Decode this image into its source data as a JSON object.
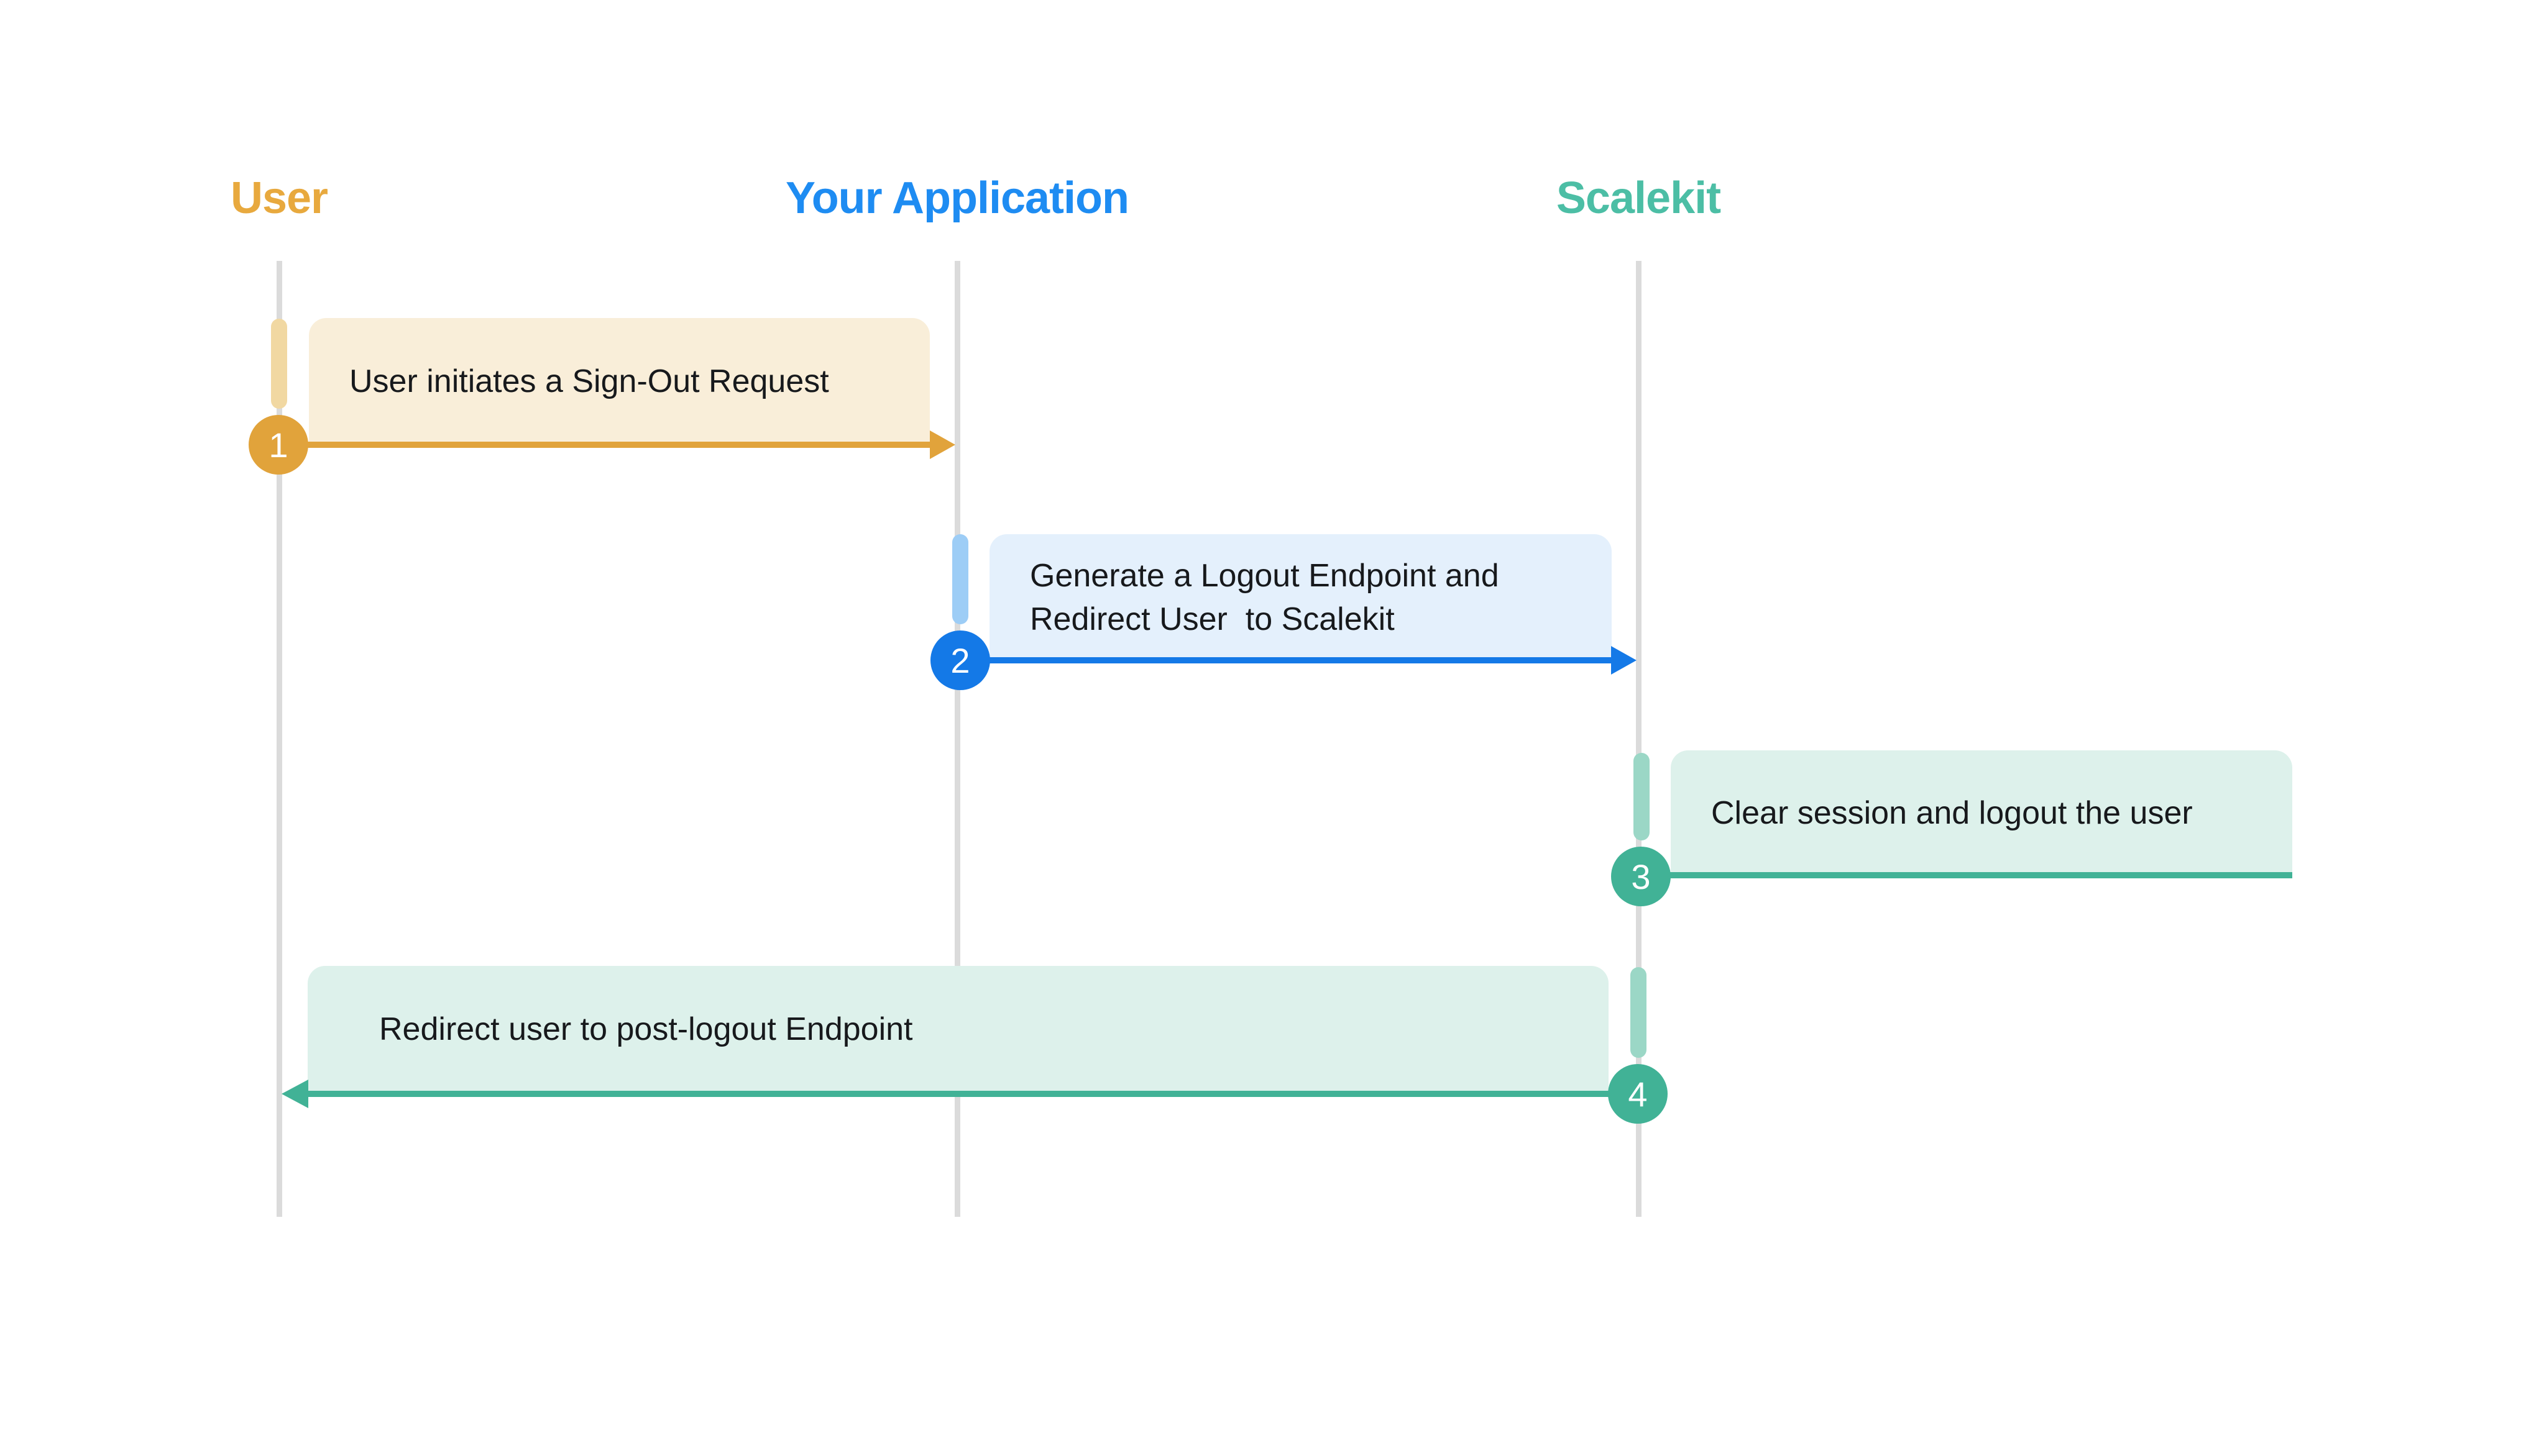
{
  "actors": [
    {
      "name": "User",
      "color": "#E8A93E"
    },
    {
      "name": "Your Application",
      "color": "#1E8CF2"
    },
    {
      "name": "Scalekit",
      "color": "#4CBEA5"
    }
  ],
  "steps": [
    {
      "number": "1",
      "text": "User initiates a Sign-Out Request",
      "from": "User",
      "to": "Your Application",
      "direction": "right",
      "color": "#E1A33B"
    },
    {
      "number": "2",
      "text": "Generate a Logout Endpoint and\nRedirect User  to Scalekit",
      "from": "Your Application",
      "to": "Scalekit",
      "direction": "right",
      "color": "#1479E7"
    },
    {
      "number": "3",
      "text": "Clear session and logout the user",
      "from": "Scalekit",
      "to": "Scalekit",
      "direction": "self",
      "color": "#41B296"
    },
    {
      "number": "4",
      "text": "Redirect user to post-logout Endpoint",
      "from": "Scalekit",
      "to": "User",
      "direction": "left",
      "color": "#41B296"
    }
  ],
  "theme": {
    "background": "#FFFFFF",
    "lifeline-color": "#DBDBDB",
    "text-color": "#17191C",
    "orange-accent": "#E1A33B",
    "orange-bar": "#F1D8A2",
    "orange-box": "#F9EED9",
    "orange-header": "#E8A93E",
    "blue-accent": "#1479E7",
    "blue-bar": "#9DCDF6",
    "blue-box": "#E4F0FC",
    "blue-header": "#1E8CF2",
    "teal-accent": "#41B296",
    "teal-bar": "#9BD7C6",
    "teal-box": "#DDF1EB",
    "teal-header": "#4CBEA5"
  }
}
